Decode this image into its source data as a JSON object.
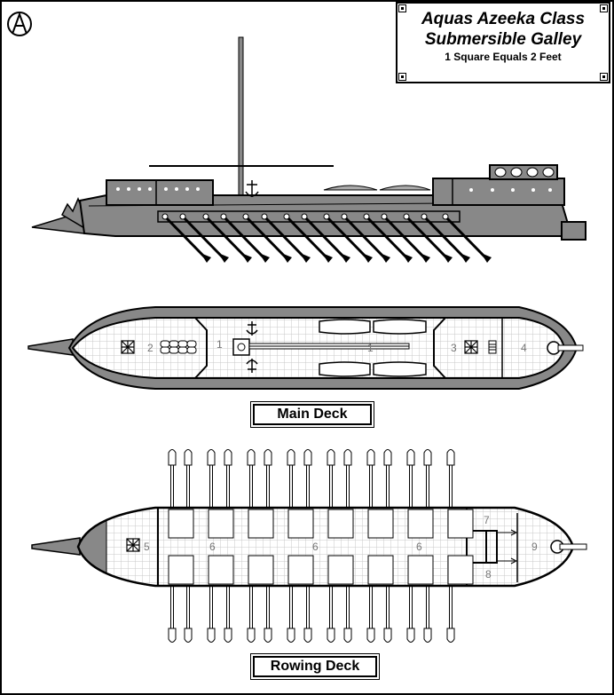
{
  "title": {
    "line1": "Aquas Azeeka Class",
    "line2": "Submersible Galley",
    "scale": "1 Square Equals 2 Feet"
  },
  "decks": {
    "main": "Main Deck",
    "rowing": "Rowing Deck"
  },
  "main_deck_numbers": [
    "1",
    "1",
    "2",
    "3",
    "4"
  ],
  "rowing_deck_numbers": [
    "5",
    "6",
    "6",
    "6",
    "7",
    "8",
    "9"
  ],
  "colors": {
    "hull_gray": "#888888",
    "deck_gray": "#cccccc",
    "grid": "#c8c8c8",
    "ink": "#000000"
  },
  "icons": [
    "artist-signature-icon",
    "anchor-icon",
    "hatch-icon",
    "oar-icon",
    "ladder-icon"
  ]
}
